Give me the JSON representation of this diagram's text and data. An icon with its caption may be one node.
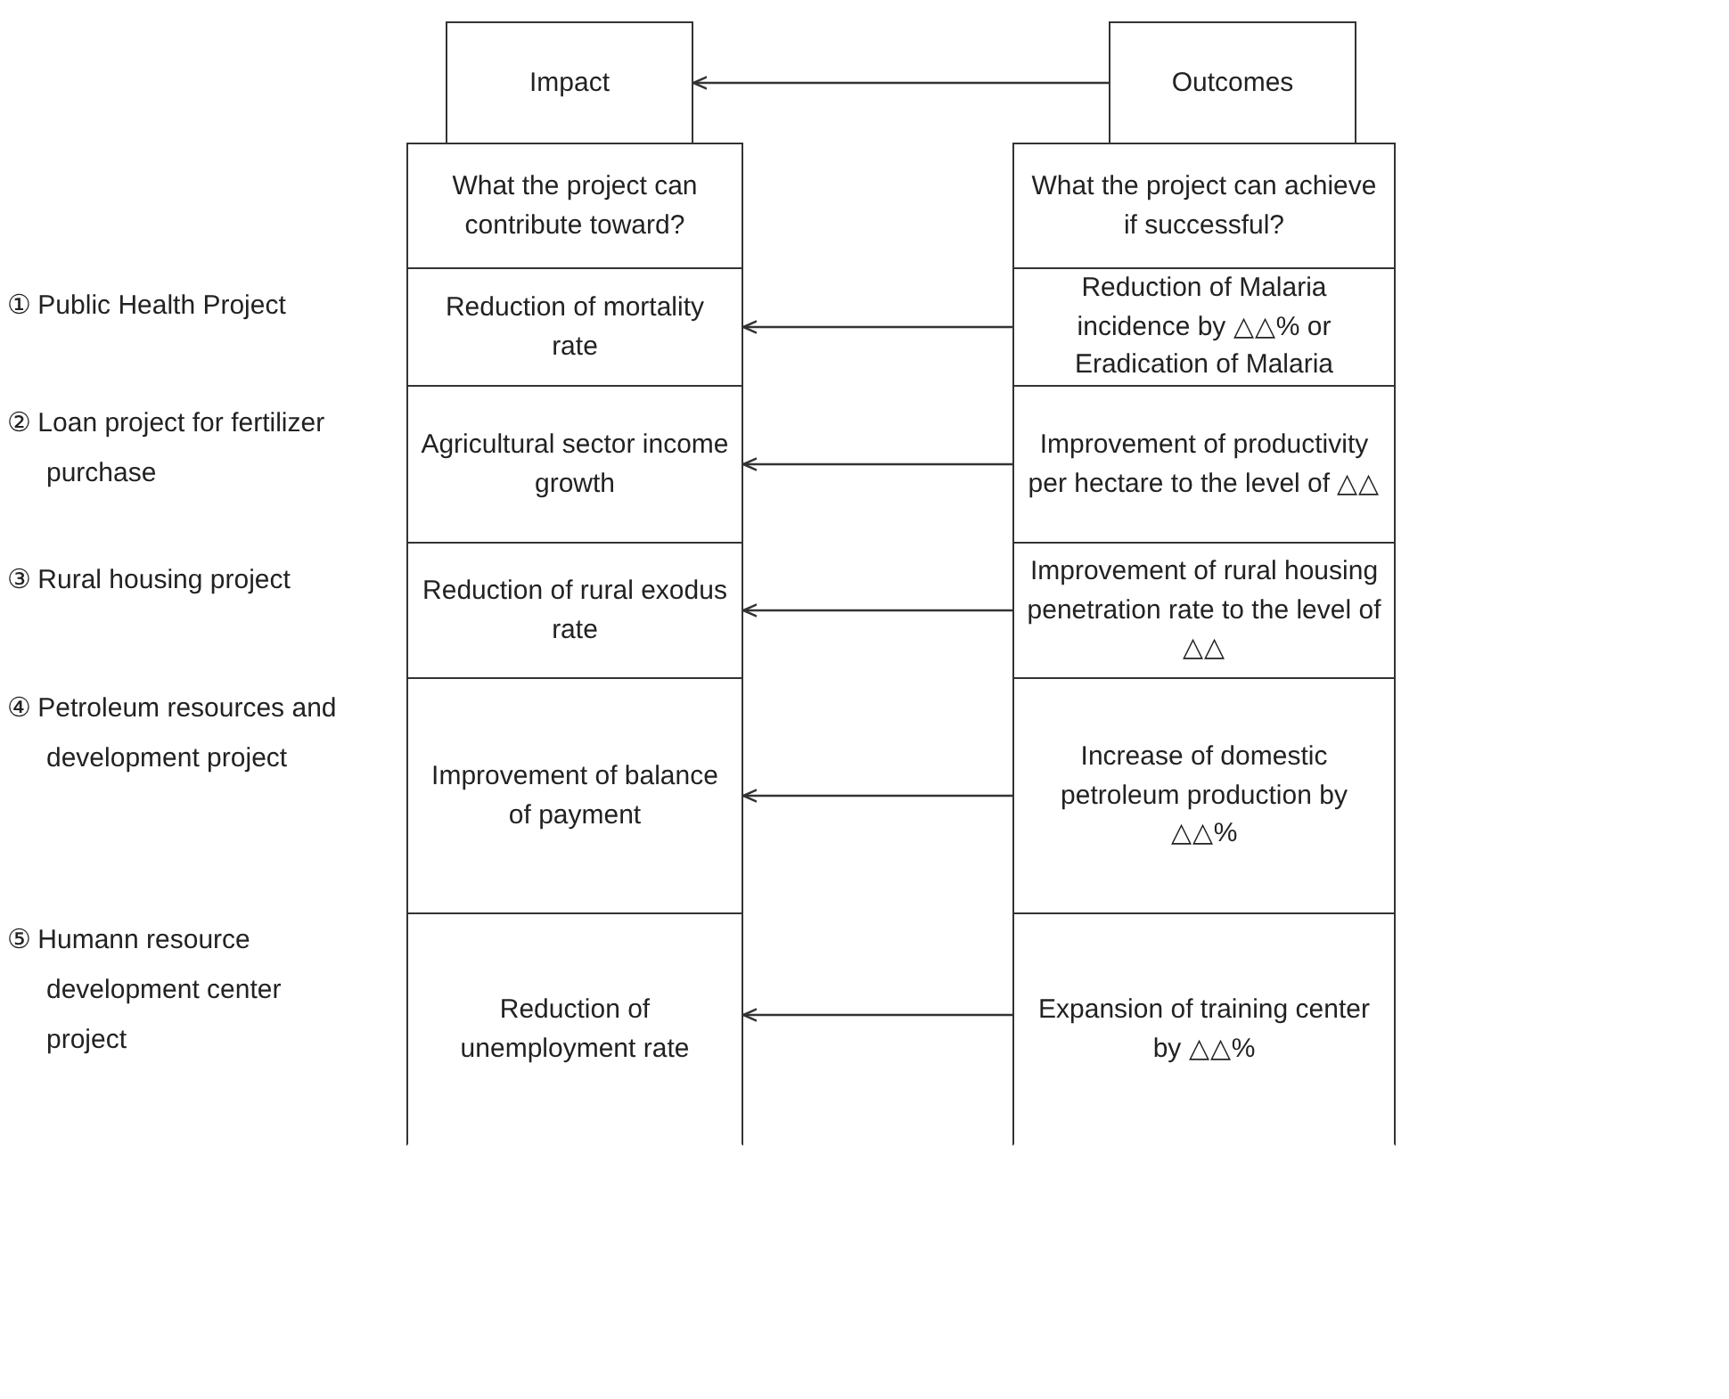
{
  "diagram": {
    "nodes": [
      {
        "text": [
          "Impact"
        ]
      },
      {
        "text": [
          "Outcomes"
        ]
      },
      {
        "text": [
          "What the project can contribute toward?"
        ]
      },
      {
        "text": [
          "What the project can achieve if successful?"
        ]
      },
      {
        "text": [
          "Reduction of mortality rate"
        ]
      },
      {
        "text": [
          "Reduction of Malaria incidence by △△% or Eradication of Malaria"
        ]
      },
      {
        "text": [
          "Agricultural sector income growth"
        ]
      },
      {
        "text": [
          "Improvement of productivity per hectare to the level of △△"
        ]
      },
      {
        "text": [
          "Reduction of rural exodus rate"
        ]
      },
      {
        "text": [
          "Improvement of rural housing penetration rate to the level of △△"
        ]
      },
      {
        "text": [
          "Improvement of balance of payment"
        ]
      },
      {
        "text": [
          "Increase of domestic petroleum production by △△%"
        ]
      },
      {
        "text": [
          "Reduction of unemployment rate"
        ]
      },
      {
        "text": [
          "Expansion of training center by △△%"
        ]
      }
    ],
    "edges": [
      {
        "from": 1,
        "to": 0,
        "arrow": "to"
      },
      {
        "from": 5,
        "to": 4,
        "arrow": "to"
      },
      {
        "from": 7,
        "to": 6,
        "arrow": "to"
      },
      {
        "from": 9,
        "to": 8,
        "arrow": "to"
      },
      {
        "from": 11,
        "to": 10,
        "arrow": "to"
      },
      {
        "from": 13,
        "to": 12,
        "arrow": "to"
      }
    ],
    "labels": [
      "① Public Health Project",
      "② Loan project for fertilizer purchase",
      "③ Rural housing project",
      "④ Petroleum resources and development project",
      "⑤ Humann resource development center project"
    ]
  }
}
